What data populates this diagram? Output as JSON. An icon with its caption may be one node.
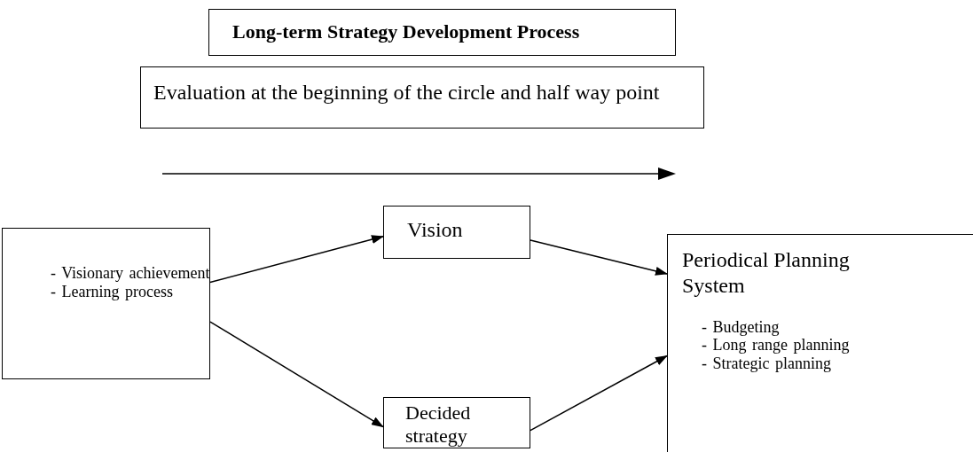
{
  "diagram": {
    "nodes": [
      {
        "text": [
          "Long-term Strategy Development Process"
        ]
      },
      {
        "text": [
          "Evaluation at the beginning of the circle and half way point"
        ]
      },
      {
        "text": [
          "- Visionary achievement",
          "- Learning process"
        ]
      },
      {
        "text": [
          "Vision"
        ]
      },
      {
        "text": [
          "Decided strategy"
        ]
      },
      {
        "text": [
          "Periodical Planning System",
          "- Budgeting",
          "- Long range planning",
          "- Strategic planning"
        ]
      }
    ],
    "edges": [
      {
        "from": 2,
        "to": 3,
        "arrow": "to"
      },
      {
        "from": 2,
        "to": 4,
        "arrow": "to"
      },
      {
        "from": 3,
        "to": 5,
        "arrow": "to"
      },
      {
        "from": 4,
        "to": 5,
        "arrow": "to"
      }
    ]
  }
}
